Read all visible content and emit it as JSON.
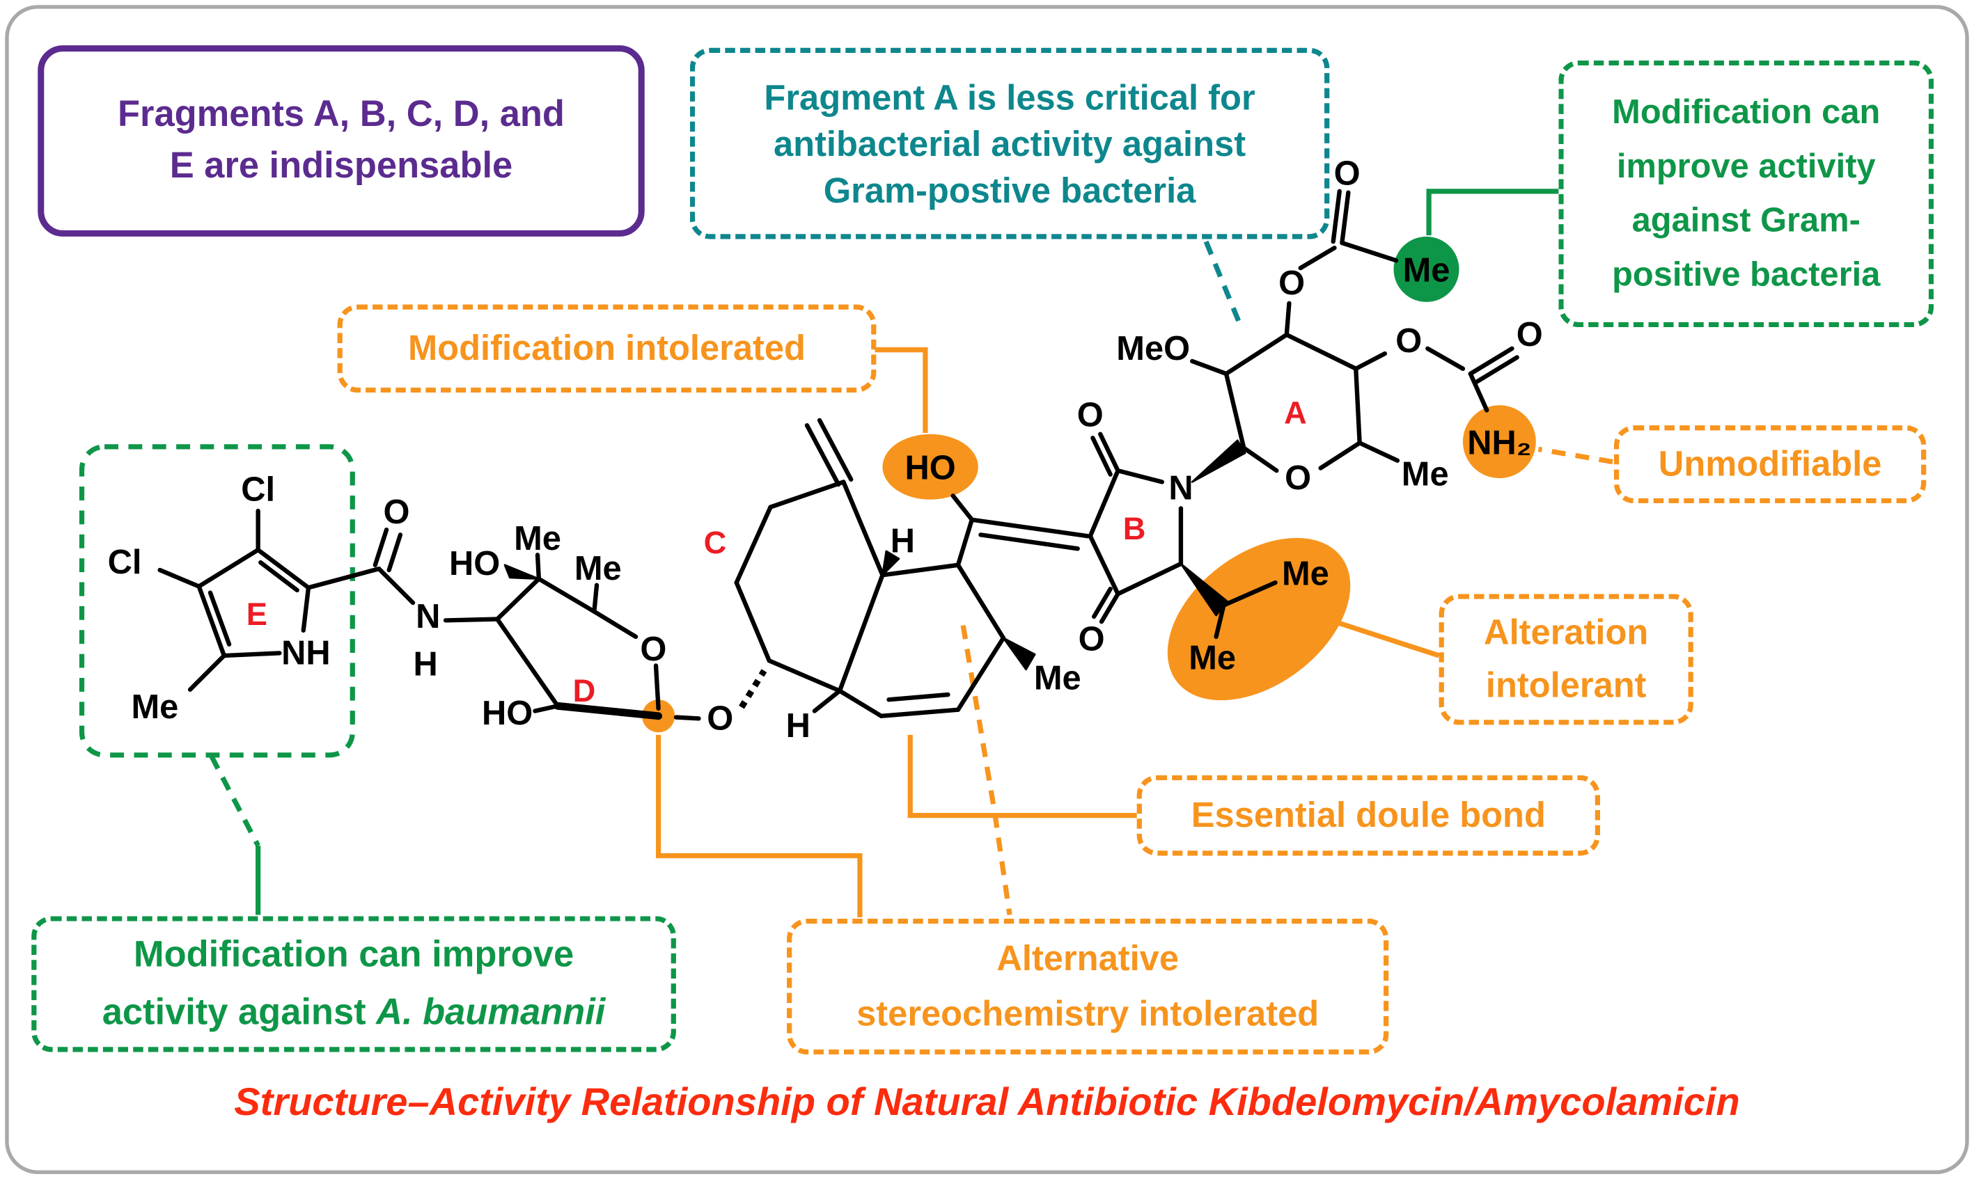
{
  "caption": {
    "text": "Structure–Activity Relationship of Natural Antibiotic Kibdelomycin/Amycolamicin"
  },
  "callouts": {
    "indispensable": {
      "line1": "Fragments A, B, C, D, and",
      "line2": "E are indispensable",
      "color": "#5B2B8F"
    },
    "fragment_a_less_critical": {
      "line1": "Fragment A is less critical for",
      "line2": "antibacterial activity against",
      "line3": "Gram-postive bacteria",
      "color": "#0D878D"
    },
    "improve_gram_positive": {
      "line1": "Modification can",
      "line2": "improve activity",
      "line3": "against Gram-",
      "line4": "positive bacteria",
      "color": "#0E9648"
    },
    "modification_intolerated": {
      "label": "Modification intolerated",
      "color": "#F7941D"
    },
    "unmodifiable": {
      "label": "Unmodifiable",
      "color": "#F7941D"
    },
    "alteration_intolerant": {
      "line1": "Alteration",
      "line2": "intolerant",
      "color": "#F7941D"
    },
    "essential_double_bond": {
      "label": "Essential doule bond",
      "color": "#F7941D"
    },
    "alternative_stereochemistry": {
      "line1": "Alternative",
      "line2": "stereochemistry intolerated",
      "color": "#F7941D"
    },
    "improve_baumannii": {
      "line1": "Modification can improve",
      "line2_prefix": "activity against",
      "line2_species": "A. baumannii",
      "color": "#0E9648"
    }
  },
  "molecule": {
    "fragment_labels": {
      "a": "A",
      "b": "B",
      "c": "C",
      "d": "D",
      "e": "E"
    },
    "atoms": {
      "cl_top": "Cl",
      "cl_left": "Cl",
      "me_pyrrole": "Me",
      "nh_pyrrole": "NH",
      "o_amide": "O",
      "n_amide": "N",
      "h_amide": "H",
      "ho_sugar_d_top": "HO",
      "me_sugar_d_1": "Me",
      "me_sugar_d_2": "Me",
      "ho_sugar_d_bottom": "HO",
      "o_ring_d": "O",
      "o_glycosidic": "O",
      "ho_enol": "HO",
      "h_ring_top": "H",
      "h_ring_bottom": "H",
      "me_decalin": "Me",
      "o_tetramic_top": "O",
      "o_tetramic_bottom": "O",
      "n_tetramic": "N",
      "me_isopropyl_1": "Me",
      "me_isopropyl_2": "Me",
      "meo_sugar_a": "MeO",
      "o_ring_a": "O",
      "o_acetyl_ester": "O",
      "o_acetyl_carbonyl": "O",
      "me_acetyl": "Me",
      "o_carbamate_ester": "O",
      "o_carbamate_carbonyl": "O",
      "nh2_carbamate": "NH₂",
      "me_sugar_a": "Me"
    }
  },
  "colors": {
    "purple": "#5B2B8F",
    "teal": "#0D878D",
    "green": "#0E9648",
    "orange": "#F7941D",
    "red_title": "#FB2C0E",
    "red_fragment_letter": "#EC1C24",
    "structure_black": "#000000",
    "frame_gray": "#A9A9A9"
  }
}
